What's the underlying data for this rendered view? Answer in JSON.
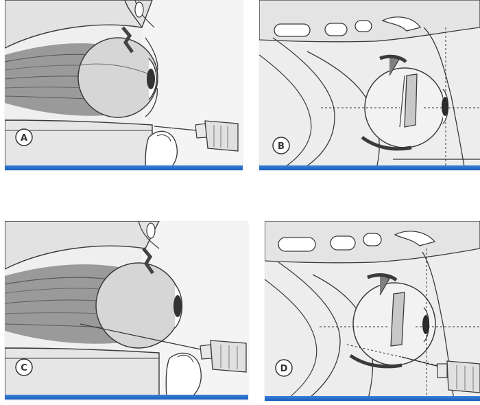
{
  "panels": [
    {
      "id": "A",
      "label": "A"
    },
    {
      "id": "B",
      "label": "B"
    },
    {
      "id": "C",
      "label": "C"
    },
    {
      "id": "D",
      "label": "D"
    }
  ],
  "colors": {
    "panel_background": "#eeeeee",
    "bar_accent": "#2a6fd0",
    "line_dark": "#3a3a3a",
    "muscle_gray": "#8c8c8c"
  }
}
